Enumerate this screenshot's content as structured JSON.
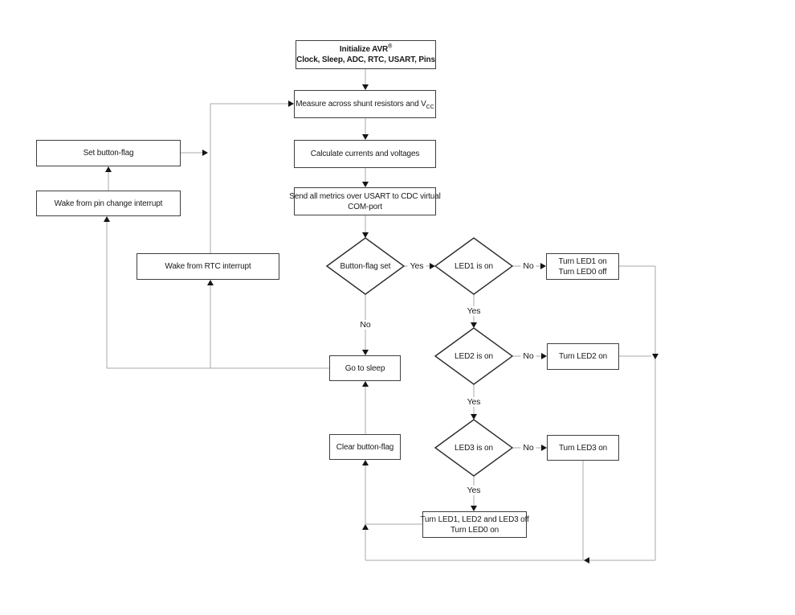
{
  "labels": {
    "yes": "Yes",
    "no": "No"
  },
  "colors": {
    "connector": "#a8a8a8",
    "box_border": "#3f3f3f",
    "arrowhead": "#151515",
    "background": "#ffffff"
  },
  "nodes": {
    "init": {
      "line1": "Initialize AVR",
      "reg": "®",
      "line2": "Clock, Sleep, ADC, RTC, USART, Pins"
    },
    "measure": {
      "text": "Measure across shunt resistors and V",
      "sub": "CC"
    },
    "calc": {
      "text": "Calculate currents and voltages"
    },
    "send": {
      "line1": "Send all metrics over USART to CDC virtual",
      "line2": "COM-port"
    },
    "set_flag": {
      "text": "Set button-flag"
    },
    "wake_pin": {
      "text": "Wake from pin change interrupt"
    },
    "wake_rtc": {
      "text": "Wake from RTC interrupt"
    },
    "sleep": {
      "text": "Go to sleep"
    },
    "clear_flag": {
      "text": "Clear button-flag"
    },
    "dec_button": {
      "text": "Button-flag set"
    },
    "dec_led1": {
      "text": "LED1 is on"
    },
    "dec_led2": {
      "text": "LED2 is on"
    },
    "dec_led3": {
      "text": "LED3 is on"
    },
    "turn_led1": {
      "line1": "Turn LED1 on",
      "line2": "Turn LED0 off"
    },
    "turn_led2": {
      "text": "Turn LED2 on"
    },
    "turn_led3": {
      "text": "Turn LED3 on"
    },
    "turn_all": {
      "line1": "Turn LED1, LED2 and LED3 off",
      "line2": "Turn LED0 on"
    }
  }
}
